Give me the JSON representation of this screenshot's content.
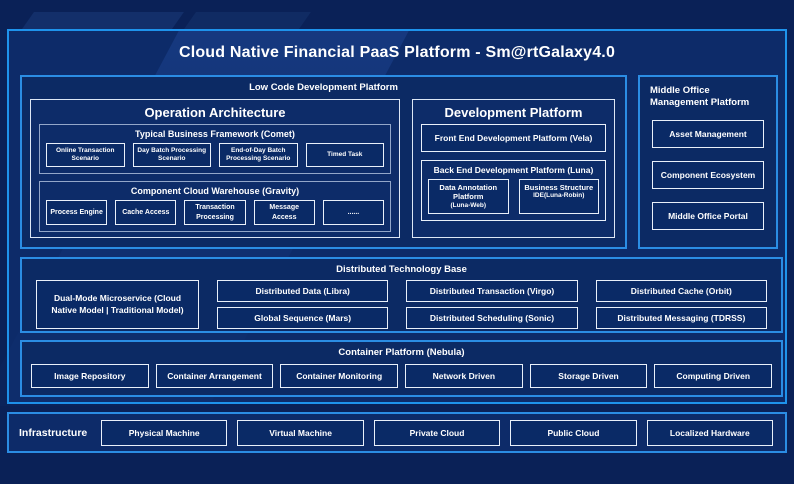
{
  "page": {
    "title": "Cloud Native Financial PaaS Platform - Sm@rtGalaxy4.0"
  },
  "low_code": {
    "title": "Low Code Development Platform",
    "operation_architecture": {
      "title": "Operation Architecture",
      "typical_business_framework": {
        "title": "Typical Business Framework (Comet)",
        "items": [
          "Online Transaction Scenario",
          "Day Batch Processing Scenario",
          "End-of-Day Batch Processing Scenario",
          "Timed Task"
        ]
      },
      "component_cloud_warehouse": {
        "title": "Component Cloud Warehouse (Gravity)",
        "items": [
          "Process Engine",
          "Cache Access",
          "Transaction Processing",
          "Message Access",
          "......"
        ]
      }
    },
    "development_platform": {
      "title": "Development Platform",
      "front_end": "Front End Development Platform (Vela)",
      "back_end": {
        "title": "Back End Development Platform (Luna)",
        "items": [
          {
            "name": "Data Annotation Platform",
            "sub": "(Luna-Web)"
          },
          {
            "name": "Business Structure",
            "sub": "IDE(Luna-Robin)"
          }
        ]
      }
    }
  },
  "middle_office": {
    "title": "Middle Office Management Platform",
    "items": [
      "Asset Management",
      "Component Ecosystem",
      "Middle Office Portal"
    ]
  },
  "distributed_technology_base": {
    "title": "Distributed Technology Base",
    "dual_mode": "Dual-Mode Microservice (Cloud Native Model | Traditional Model)",
    "columns": [
      {
        "top": "Distributed Data (Libra)",
        "bottom": "Global Sequence (Mars)"
      },
      {
        "top": "Distributed Transaction (Virgo)",
        "bottom": "Distributed Scheduling (Sonic)"
      },
      {
        "top": "Distributed Cache (Orbit)",
        "bottom": "Distributed Messaging (TDRSS)"
      }
    ]
  },
  "container_platform": {
    "title": "Container Platform (Nebula)",
    "items": [
      "Image Repository",
      "Container Arrangement",
      "Container Monitoring",
      "Network Driven",
      "Storage Driven",
      "Computing Driven"
    ]
  },
  "infrastructure": {
    "label": "Infrastructure",
    "items": [
      "Physical Machine",
      "Virtual Machine",
      "Private Cloud",
      "Public Cloud",
      "Localized Hardware"
    ]
  },
  "colors": {
    "background": "#0a2157",
    "panel": "#0d2b69",
    "outer_border": "#1e93ec",
    "section_border": "#2b8de4",
    "leaf_fill": "#0a2a66",
    "leaf_border": "#e9f0fa",
    "text": "#ffffff"
  }
}
